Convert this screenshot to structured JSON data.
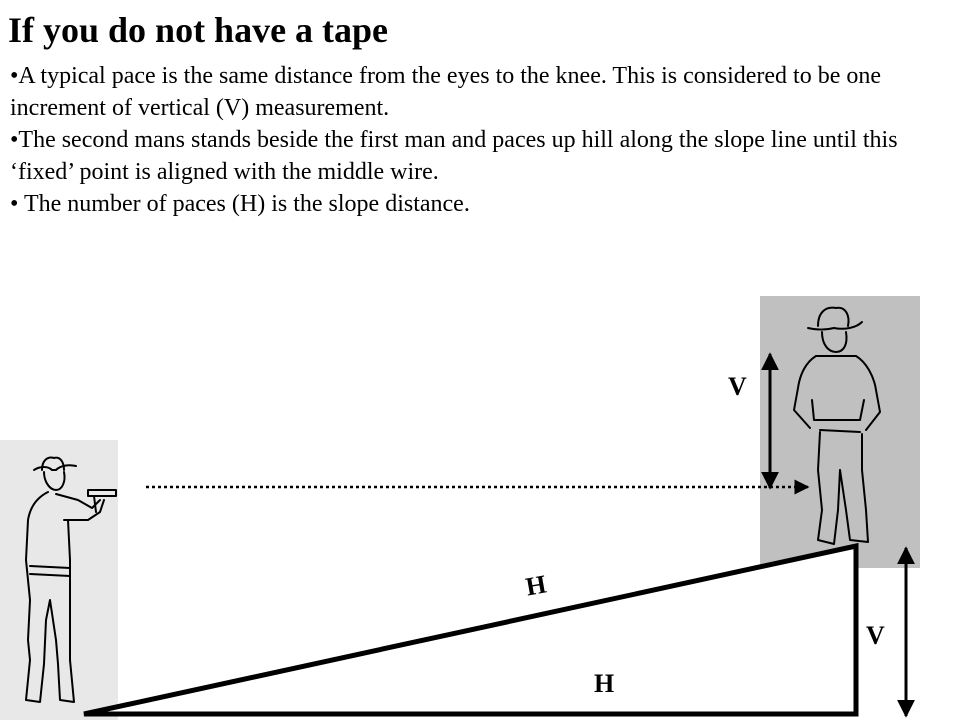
{
  "slide": {
    "title": "If you do not have a tape",
    "bullets": [
      "•A typical pace is the same distance from the eyes to the knee. This is considered to be one increment of vertical (V) measurement.",
      "•The second mans stands beside the first man and paces up hill along the slope line until this ‘fixed’ point is aligned with the middle wire.",
      "•  The number of paces (H) is the slope distance."
    ]
  },
  "diagram": {
    "label_v_upper": "V",
    "label_v_lower": "V",
    "label_h_slope": "H",
    "label_h_base": "H",
    "panel_color": "#c0c0c0",
    "left_panel_color": "#e8e8e8"
  }
}
